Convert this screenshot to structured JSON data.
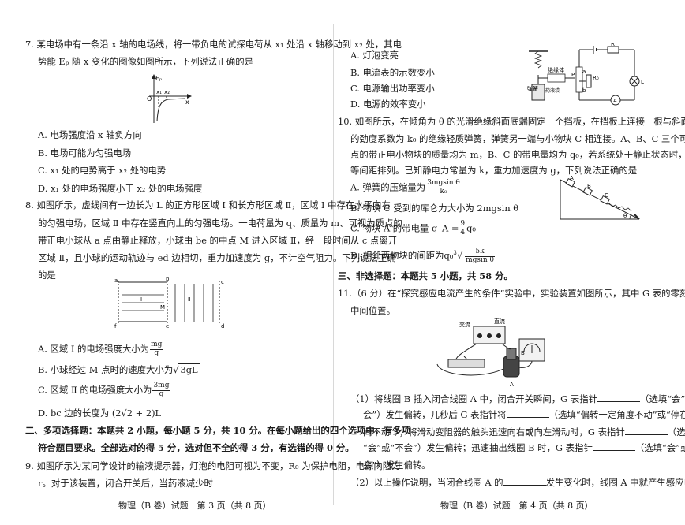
{
  "left": {
    "q7": {
      "line1": "7. 某电场中有一条沿 x 轴的电场线，将一带负电的试探电荷从 x₁ 处沿 x 轴移动到 x₂ 处，其电",
      "line2": "势能 Eₚ 随 x 变化的图像如图所示，下列说法正确的是",
      "fig": {
        "y_label": "Eₚ",
        "origin": "O",
        "x_label": "x",
        "x1": "x₁",
        "x2": "x₂"
      },
      "options": [
        "A. 电场强度沿 x 轴负方向",
        "B. 电场可能为匀强电场",
        "C. x₁ 处的电势高于 x₂ 处的电势",
        "D. x₁ 处的电场强度小于 x₂ 处的电场强度"
      ]
    },
    "q8": {
      "lines": [
        "8. 如图所示，虚线间有一边长为 L 的正方形区域 Ⅰ 和长方形区域 Ⅱ，区域 Ⅰ 中存在水平向右",
        "的匀强电场，区域 Ⅱ 中存在竖直向上的匀强电场。一电荷量为 q、质量为 m、可视为质点的",
        "带正电小球从 a 点由静止释放，小球由 be 的中点 M 进入区域 Ⅱ，经一段时间从 c 点离开",
        "区域 Ⅱ，且小球的运动轨迹与 ed 边相切，重力加速度为 g，不计空气阻力。下列说法正确",
        "的是"
      ],
      "fig": {
        "a": "a",
        "b": "b",
        "c": "c",
        "d": "d",
        "e": "e",
        "f": "f",
        "M": "M",
        "r1": "Ⅰ",
        "r2": "Ⅱ"
      },
      "optA": {
        "text": "A. 区域 Ⅰ 的电场强度大小为",
        "num": "mg",
        "den": "q"
      },
      "optB": {
        "text": "B. 小球经过 M 点时的速度大小为",
        "rad": "3gL",
        "root": "√"
      },
      "optC": {
        "text": "C. 区域 Ⅱ 的电场强度大小为",
        "num": "3mg",
        "den": "q"
      },
      "optD": "D. bc 边的长度为 (2√2 + 2)L"
    },
    "sec2": {
      "line1": "二、多项选择题：本题共 2 小题，每小题 5 分，共 10 分。在每小题给出的四个选项中，有多项",
      "line2": "符合题目要求。全部选对的得 5 分，选对但不全的得 3 分，有选错的得 0 分。"
    },
    "q9": {
      "line1": "9. 如图所示为某同学设计的输液提示器，灯泡的电阻可视为不变，R₀ 为保护电阻，电源内阻为",
      "line2": "r。对于该装置，闭合开关后，当药液减少时"
    },
    "footer": "物理（B 卷）试题　第 3 页（共 8 页）"
  },
  "right": {
    "q9opts": [
      "A. 灯泡变亮",
      "B. 电流表的示数变小",
      "C. 电源输出功率变小",
      "D. 电源的效率变小"
    ],
    "q9fig": {
      "spring": "弹簧",
      "insul": "绝缘体",
      "bag": "药液袋",
      "P": "P",
      "R0": "R₀",
      "R": "R",
      "L": "L",
      "a": "a",
      "b": "b",
      "A": "A"
    },
    "q10": {
      "lines": [
        "10. 如图所示，在倾角为 θ 的光滑绝缘斜面底端固定一个挡板，在挡板上连接一根与斜面平行",
        "的劲度系数为 k₀ 的绝缘轻质弹簧，弹簧另一端与小物块 C 相连接。A、B、C 三个可视为质",
        "点的带正电小物块的质量均为 m，B、C 的带电量均为 q₀，若系统处于静止状态时，三物块",
        "等间距排列。已知静电力常量为 k，重力加速度为 g，下列说法正确的是"
      ],
      "fig": {
        "A": "A",
        "B": "B",
        "C": "C",
        "theta": "θ"
      },
      "optA": {
        "text": "A. 弹簧的压缩量为",
        "num": "3mgsin θ",
        "den": "k₀"
      },
      "optB": "B. 物块 C 受到的库仑力大小为 2mgsin θ",
      "optC": {
        "text": "C. 物块 A 的带电量 q_A =",
        "num": "9",
        "den": "4",
        "tail": "q₀"
      },
      "optD": {
        "text": "D. 相邻两物块的间距为",
        "q0": "q₀",
        "root": "√",
        "rnum": "5k",
        "rden": "mgsin θ",
        "three": "3"
      }
    },
    "sec3": "三、非选择题：本题共 5 小题，共 58 分。",
    "q11": {
      "line1": "11.（6 分）在“探究感应电流产生的条件”实验中，实验装置如图所示，其中 G 表的零刻度在",
      "line2": "中间位置。",
      "fig": {
        "ac": "交流",
        "dc": "直流",
        "B": "B",
        "A": "A"
      },
      "p1a": "（1）将线圈 B 插入闭合线圈 A 中，闭合开关瞬间，G 表指针",
      "p1b": "（选填“会”或“不",
      "p2a": "会”）发生偏转，几秒后 G 表指针将",
      "p2b": "（选填“偏转一定角度不动”或“停在中",
      "p3a": "间不动”）；将滑动变阻器的触头迅速向右或向左滑动时，G 表指针",
      "p3b": "（选填",
      "p4a": "“会”或“不会”）发生偏转；迅速抽出线圈 B 时，G 表指针",
      "p4b": "（选填“会”或“不",
      "p5": "会”）发生偏转。",
      "p6a": "（2）以上操作说明，当闭合线圈 A 的",
      "p6b": "发生变化时，线圈 A 中就产生感应电流。"
    },
    "footer": "物理（B 卷）试题　第 4 页（共 8 页）"
  }
}
